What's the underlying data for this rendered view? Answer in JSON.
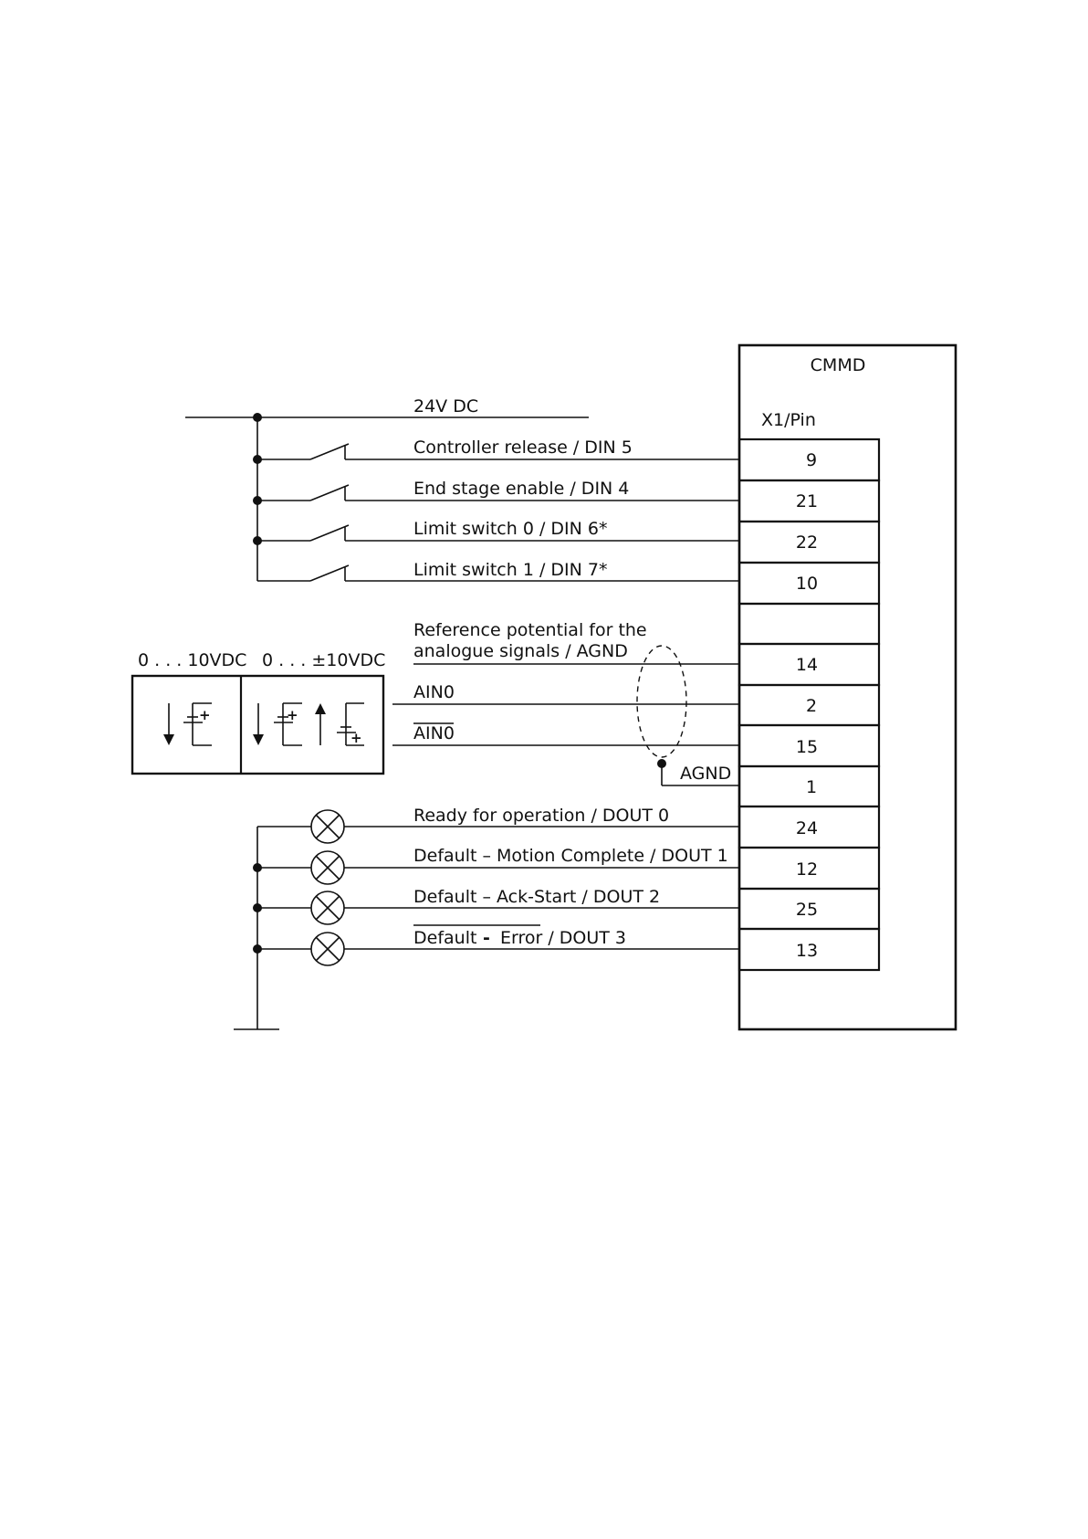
{
  "device": {
    "name": "CMMD",
    "connector": "X1/Pin"
  },
  "supply": {
    "label": "24V DC"
  },
  "inputs": [
    {
      "label": "Controller release / DIN 5",
      "pin": "9"
    },
    {
      "label": "End stage enable / DIN 4",
      "pin": "21"
    },
    {
      "label": "Limit switch 0 / DIN 6*",
      "pin": "22"
    },
    {
      "label": "Limit switch 1 / DIN 7*",
      "pin": "10"
    }
  ],
  "analogue": {
    "reference_line1": "Reference potential for the",
    "reference_line2": "analogue signals / AGND",
    "reference_pin": "14",
    "ain_label": "AIN0",
    "ain_pin": "2",
    "ain_inv_label": "AIN0",
    "ain_inv_pin": "15",
    "agnd_label": "AGND",
    "agnd_pin": "1",
    "source_range_unipolar": "0 . . . 10VDC",
    "source_range_bipolar": "0 . . . ±10VDC"
  },
  "outputs": [
    {
      "label": "Ready for operation / DOUT 0",
      "pin": "24"
    },
    {
      "label": "Default – Motion Complete / DOUT 1",
      "pin": "12"
    },
    {
      "label": "Default – Ack-Start / DOUT 2",
      "pin": "25"
    },
    {
      "label_part1": "Default",
      "label_dash": "-",
      "label_part2": "Error / DOUT 3",
      "pin": "13"
    }
  ],
  "colors": {
    "line": "#111111",
    "background": "#ffffff"
  }
}
